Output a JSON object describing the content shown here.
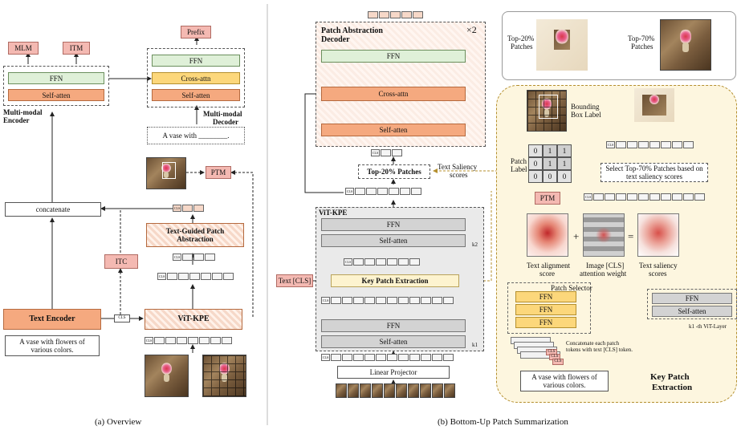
{
  "overview": {
    "mlm": "MLM",
    "itm": "ITM",
    "ffn": "FFN",
    "self_atten": "Self-atten",
    "encoder_label_1": "Multi-modal",
    "encoder_label_2": "Encoder",
    "prefix": "Prefix",
    "dec_ffn": "FFN",
    "cross_attn": "Cross-attn",
    "dec_self_atten": "Self-atten",
    "decoder_label_1": "Multi-modal",
    "decoder_label_2": "Decoder",
    "vase_with": "A vase with ________.",
    "ptm": "PTM",
    "concatenate": "concatenate",
    "tgpa_1": "Text-Guided Patch",
    "tgpa_2": "Abstraction",
    "itc": "ITC",
    "text_encoder": "Text Encoder",
    "cls": "CLS",
    "vit_kpe": "ViT-KPE",
    "caption_1": "A vase with flowers of",
    "caption_2": "various colors.",
    "subtitle": "(a) Overview"
  },
  "bottom_up": {
    "pad_title_1": "Patch Abstraction",
    "pad_title_2": "Decoder",
    "times_two": "×2",
    "ffn": "FFN",
    "cross_attn": "Cross-attn",
    "self_atten": "Self-atten",
    "top20": "Top-20% Patches",
    "text_saliency_1": "Text Saliency",
    "text_saliency_2": "scores",
    "vit_kpe": "ViT-KPE",
    "upper_ffn": "FFN",
    "upper_self_atten": "Self-atten",
    "k2": "k2",
    "text_cls": "Text [CLS]",
    "kpe": "Key Patch Extraction",
    "lower_ffn": "FFN",
    "lower_self_atten": "Self-atten",
    "k1": "k1",
    "linear_projector": "Linear Projector",
    "subtitle": "(b) Bottom-Up Patch Summarization"
  },
  "inset": {
    "top20_1": "Top-20%",
    "top20_2": "Patches",
    "top70_1": "Top-70%",
    "top70_2": "Patches"
  },
  "kpe_detail": {
    "bbox_1": "Bounding",
    "bbox_2": "Box Label",
    "patch_label_1": "Patch",
    "patch_label_2": "Label",
    "grid": [
      "0",
      "1",
      "1",
      "0",
      "1",
      "1",
      "0",
      "0",
      "0"
    ],
    "ptm": "PTM",
    "select_1": "Select Top-70% Patches based on",
    "select_2": "text saliency scores",
    "plus": "+",
    "equals": "=",
    "text_align_1": "Text alignment",
    "text_align_2": "score",
    "img_cls_1": "Image [CLS]",
    "img_cls_2": "attention weight",
    "text_sal_1": "Text saliency",
    "text_sal_2": "scores",
    "patch_selector": "Patch Selector",
    "ffn": "FFN",
    "vit_ffn": "FFN",
    "vit_self_atten": "Self-atten",
    "k1_layer": "k1 -th ViT-Layer",
    "concat_1": "Concatenate each patch",
    "concat_2": "tokens with text [CLS] token.",
    "cls": "CLS",
    "caption_1": "A vase with flowers of",
    "caption_2": "various colors.",
    "title_1": "Key Patch",
    "title_2": "Extraction"
  },
  "colors": {
    "pink": "#f4b9b2",
    "green": "#dff0d8",
    "salmon": "#f5a97f",
    "yellow": "#fcd77b",
    "grey": "#d3d3d3",
    "kpe_bg": "#fdf6df"
  }
}
